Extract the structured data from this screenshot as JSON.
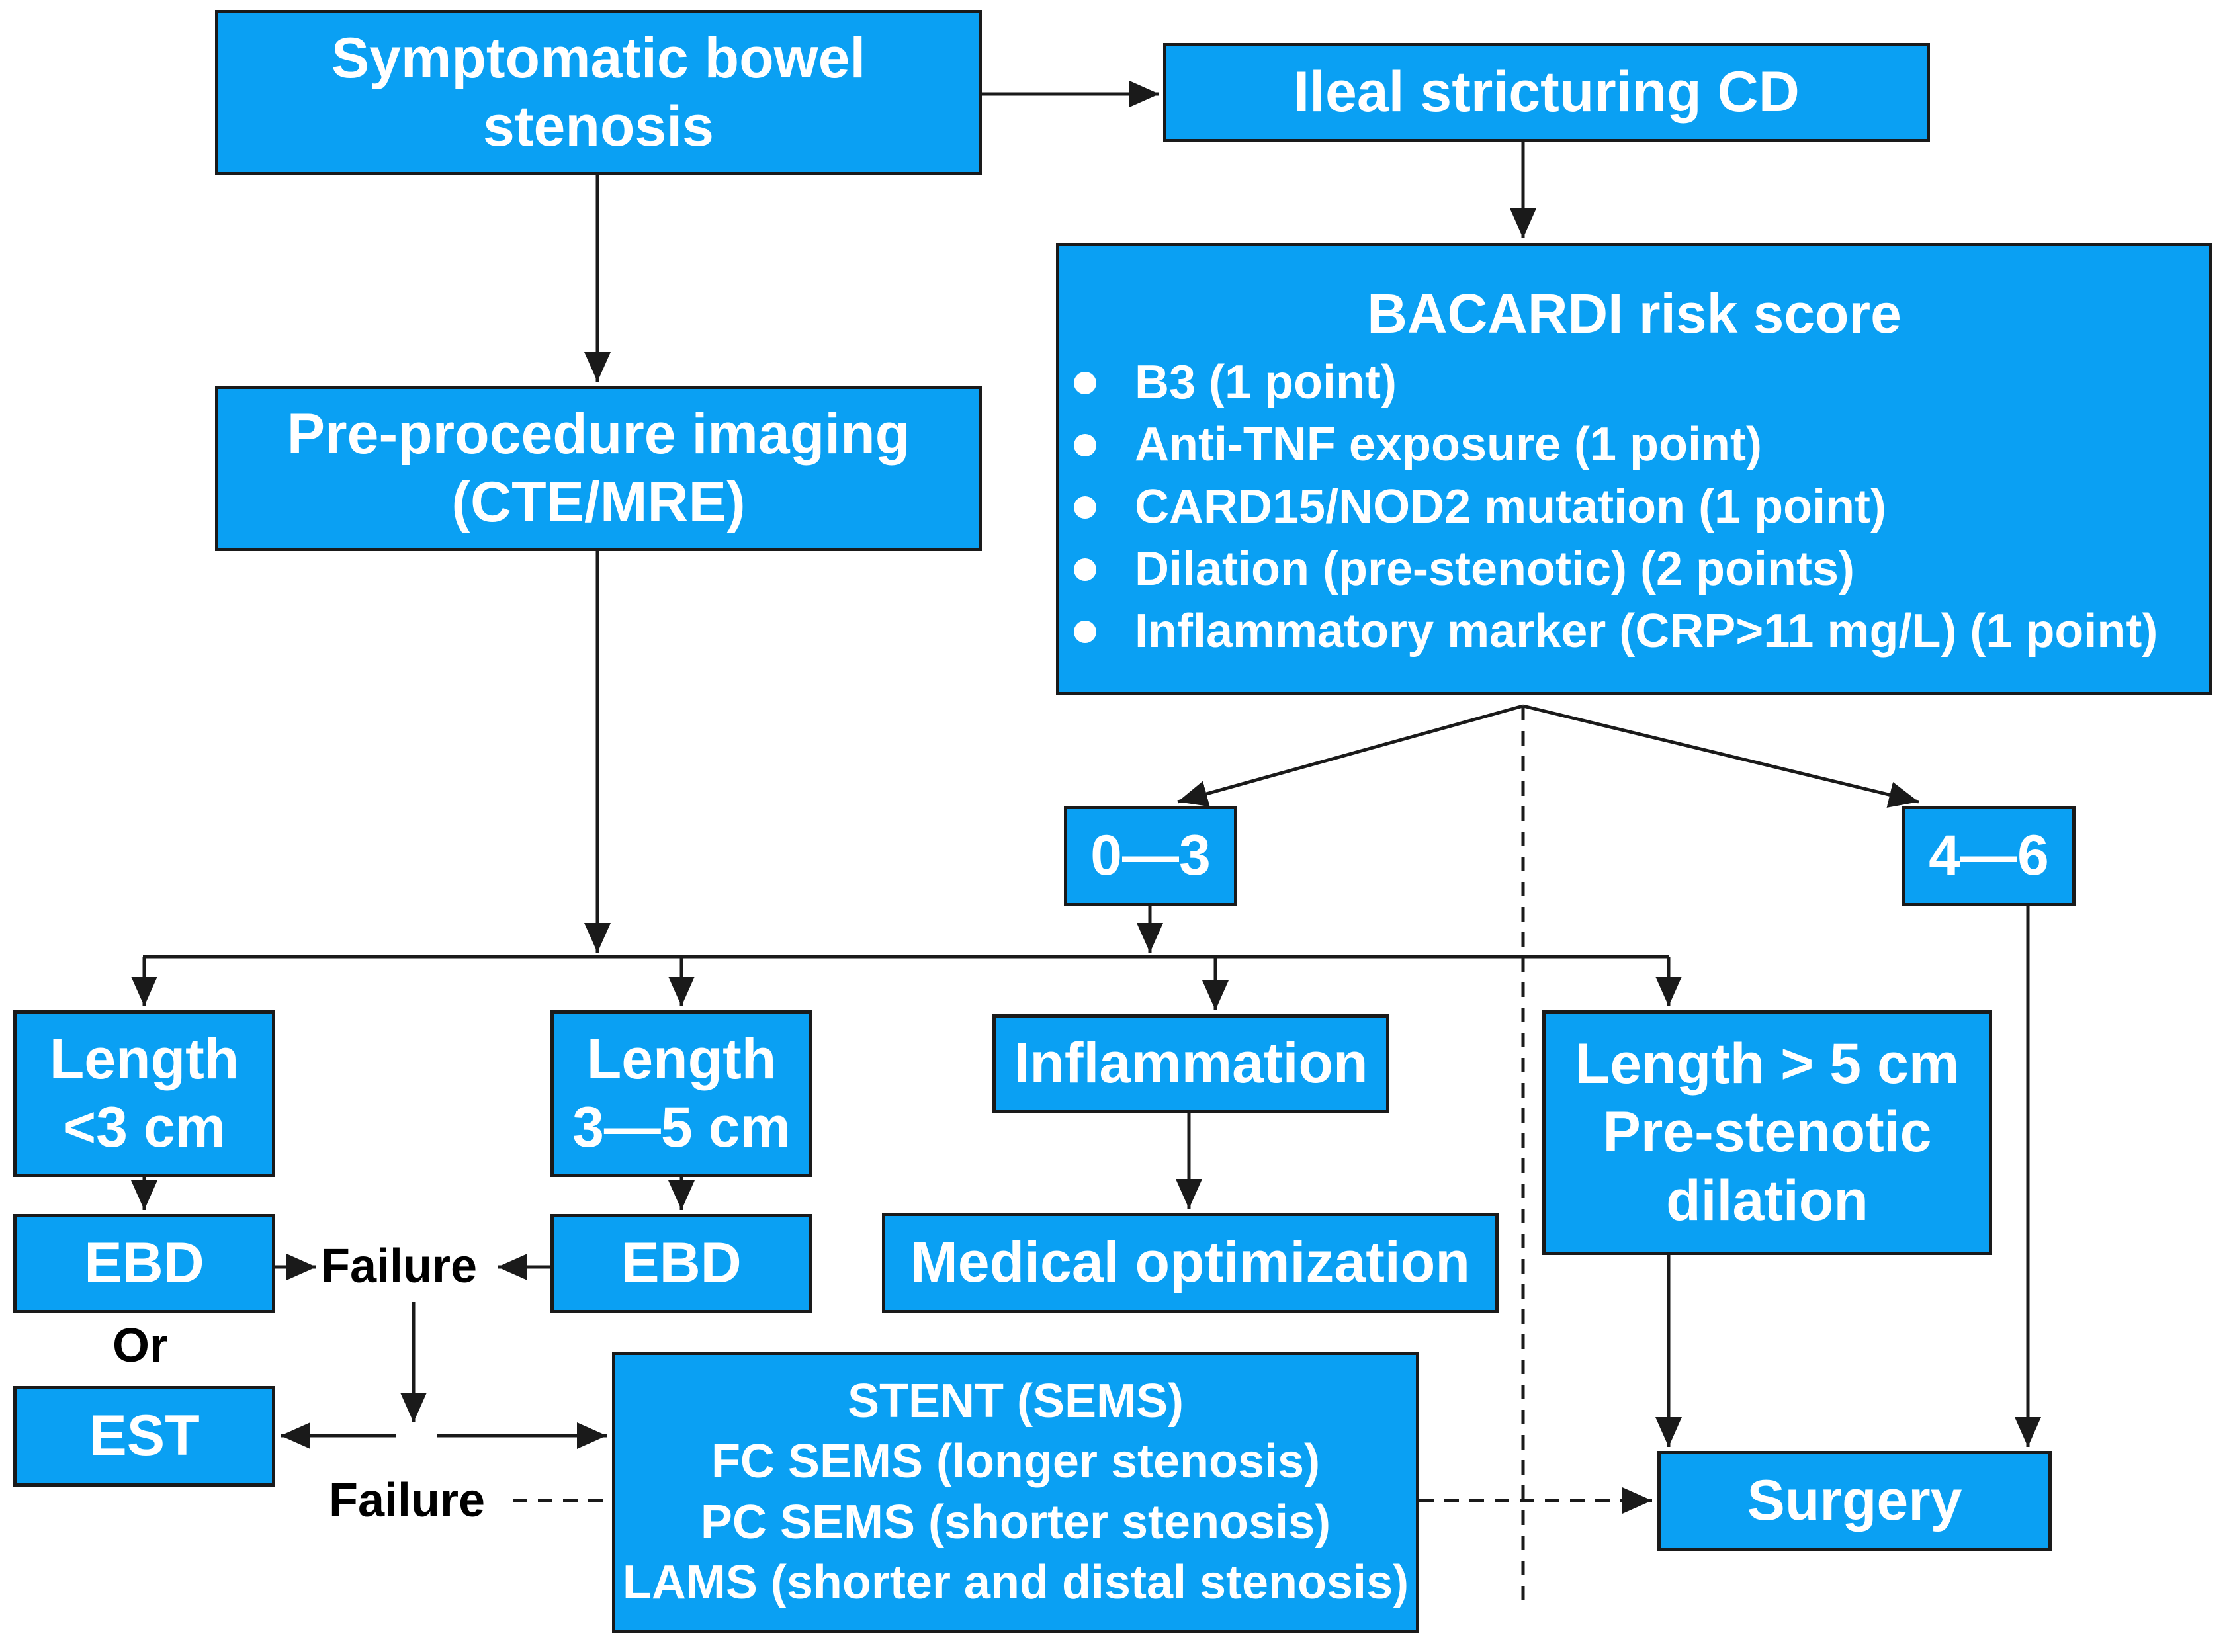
{
  "colors": {
    "box_fill": "#0aa0f3",
    "box_border": "#1a1a1a",
    "box_text": "#ffffff",
    "label_text": "#000000",
    "connector": "#1a1a1a"
  },
  "boxes": {
    "symptomatic": {
      "lines": [
        "Symptomatic bowel",
        "stenosis"
      ]
    },
    "ileal": {
      "lines": [
        "Ileal stricturing CD"
      ]
    },
    "imaging": {
      "lines": [
        "Pre-procedure imaging",
        "(CTE/MRE)"
      ]
    },
    "score": {
      "title": "BACARDI risk score",
      "items": [
        "B3 (1 point)",
        "Anti-TNF exposure (1 point)",
        "CARD15/NOD2 mutation (1 point)",
        "Dilation (pre-stenotic) (2 points)",
        "Inflammatory marker (CRP>11 mg/L) (1 point)"
      ]
    },
    "score_low": {
      "lines": [
        "0—3"
      ]
    },
    "score_high": {
      "lines": [
        "4—6"
      ]
    },
    "len_short": {
      "lines": [
        "Length",
        "<3 cm"
      ]
    },
    "len_mid": {
      "lines": [
        "Length",
        "3—5 cm"
      ]
    },
    "inflammation": {
      "lines": [
        "Inflammation"
      ]
    },
    "len_long": {
      "lines": [
        "Length > 5 cm",
        "Pre-stenotic",
        "dilation"
      ]
    },
    "ebd_left": {
      "lines": [
        "EBD"
      ]
    },
    "ebd_mid": {
      "lines": [
        "EBD"
      ]
    },
    "medical": {
      "lines": [
        "Medical optimization"
      ]
    },
    "est": {
      "lines": [
        "EST"
      ]
    },
    "stent": {
      "lines": [
        "STENT (SEMS)",
        "FC SEMS (longer stenosis)",
        "PC SEMS (shorter stenosis)",
        "LAMS (shorter and distal stenosis)"
      ]
    },
    "surgery": {
      "lines": [
        "Surgery"
      ]
    }
  },
  "labels": {
    "failure_top": "Failure",
    "or": "Or",
    "failure_bottom": "Failure"
  }
}
